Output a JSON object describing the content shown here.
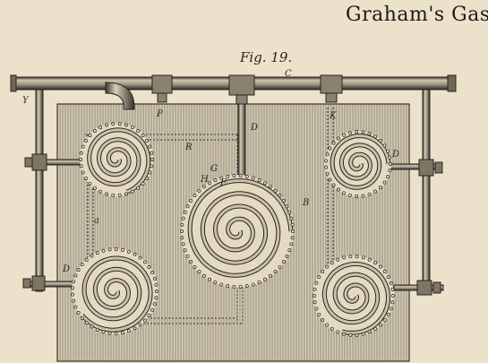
{
  "header": {
    "title": "Graham's Gas‑"
  },
  "figure": {
    "caption": "Fig. 19.",
    "labels": {
      "c": "C",
      "y": "Y",
      "p": "P",
      "d_center": "D",
      "k": "K",
      "r": "R",
      "d_right": "D",
      "g": "G",
      "h": "H",
      "f": "F",
      "b": "B",
      "a": "a",
      "d_left": "D"
    }
  },
  "colors": {
    "paper": "#ece2cb",
    "ink": "#2a2620",
    "plate": "#d2c8b2",
    "hatch": "#8d8574"
  }
}
